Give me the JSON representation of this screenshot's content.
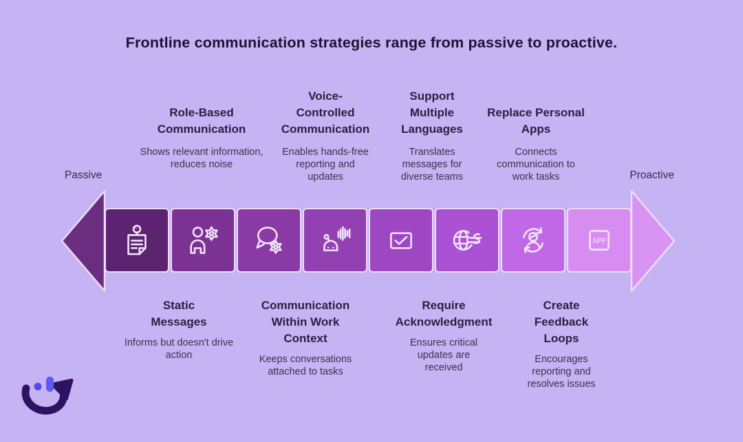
{
  "title": "Frontline communication strategies range from passive to proactive.",
  "endpoints": {
    "left": "Passive",
    "right": "Proactive"
  },
  "top_labels": [
    {
      "heading": "Role-Based Communication",
      "description": "Shows relevant information, reduces noise"
    },
    {
      "heading": "Voice-Controlled Communication",
      "description": "Enables hands-free reporting and updates"
    },
    {
      "heading": "Support Multiple Languages",
      "description": "Translates messages for diverse teams"
    },
    {
      "heading": "Replace Personal Apps",
      "description": "Connects communication to work tasks"
    }
  ],
  "bottom_labels": [
    {
      "heading": "Static Messages",
      "description": "Informs but doesn't drive action"
    },
    {
      "heading": "Communication Within Work Context",
      "description": "Keeps conversations attached to tasks"
    },
    {
      "heading": "Require Acknowledgment",
      "description": "Ensures critical updates are received"
    },
    {
      "heading": "Create Feedback Loops",
      "description": "Encourages reporting and resolves issues"
    }
  ],
  "arrow": {
    "left_head_color": "#6b2d80",
    "right_head_color": "#d993f3",
    "outline_color": "#eedcfa",
    "icon_stroke_color": "#f3e4fc",
    "boxes": [
      {
        "icon": "pinned-note-icon",
        "color": "#5c2371"
      },
      {
        "icon": "person-gear-icon",
        "color": "#7b3293"
      },
      {
        "icon": "chat-gear-icon",
        "color": "#8a3aa5"
      },
      {
        "icon": "voice-assistant-icon",
        "color": "#9340b3"
      },
      {
        "icon": "checkbox-icon",
        "color": "#9d47c2"
      },
      {
        "icon": "globe-translate-icon",
        "color": "#ab51d4"
      },
      {
        "icon": "person-sync-icon",
        "color": "#c168e6"
      },
      {
        "icon": "app-badge-icon",
        "color": "#d78cf1",
        "badge_text": "APP"
      }
    ]
  },
  "logo": {
    "smile_color": "#2e1263",
    "dot_color": "#544be0",
    "pill_color": "#5b5af2"
  }
}
